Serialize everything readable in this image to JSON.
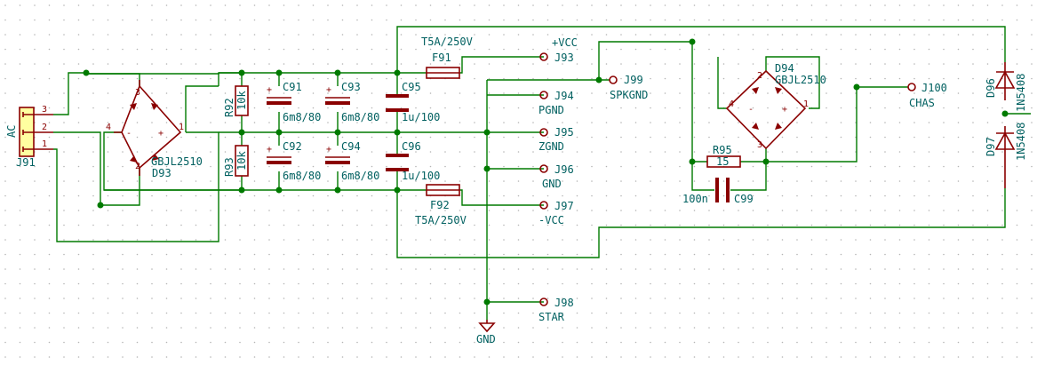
{
  "colors": {
    "wire": "#007a00",
    "component": "#8a0000",
    "text": "#006060",
    "grid_dot": "#b4b4b4",
    "background": "#ffffff"
  },
  "connector": {
    "ref": "J91",
    "value": "AC",
    "pins": [
      "3",
      "2",
      "1"
    ]
  },
  "bridge_main": {
    "ref": "D93",
    "value": "GBJL2510",
    "pins": [
      "1",
      "2",
      "3",
      "4"
    ],
    "plus": "+",
    "minus": "-"
  },
  "bridge_chassis": {
    "ref": "D94",
    "value": "GBJL2510",
    "pins": [
      "1",
      "2",
      "3",
      "4"
    ],
    "plus": "+",
    "minus": "-"
  },
  "resistors": {
    "r92": {
      "ref": "R92",
      "value": "10k"
    },
    "r93": {
      "ref": "R93",
      "value": "10k"
    },
    "r95": {
      "ref": "R95",
      "value": "15"
    }
  },
  "capacitors": {
    "c91": {
      "ref": "C91",
      "value": "6m8/80"
    },
    "c92": {
      "ref": "C92",
      "value": "6m8/80"
    },
    "c93": {
      "ref": "C93",
      "value": "6m8/80"
    },
    "c94": {
      "ref": "C94",
      "value": "6m8/80"
    },
    "c95": {
      "ref": "C95",
      "value": "1u/100"
    },
    "c96": {
      "ref": "C96",
      "value": "1u/100"
    },
    "c99": {
      "ref": "C99",
      "value": "100n"
    }
  },
  "polarity_mark": "+",
  "fuses": {
    "f91": {
      "ref": "F91",
      "value": "T5A/250V"
    },
    "f92": {
      "ref": "F92",
      "value": "T5A/250V"
    }
  },
  "diodes": {
    "d96": {
      "ref": "D96",
      "value": "1N5408"
    },
    "d97": {
      "ref": "D97",
      "value": "1N5408"
    }
  },
  "terminals": [
    {
      "ref": "J93",
      "net": "+VCC"
    },
    {
      "ref": "J94",
      "net": "PGND"
    },
    {
      "ref": "J95",
      "net": "ZGND"
    },
    {
      "ref": "J96",
      "net": "GND"
    },
    {
      "ref": "J97",
      "net": "-VCC"
    },
    {
      "ref": "J98",
      "net": "STAR"
    },
    {
      "ref": "J99",
      "net": "SPKGND"
    },
    {
      "ref": "J100",
      "net": "CHAS"
    }
  ],
  "ground_symbol": {
    "label": "GND"
  }
}
